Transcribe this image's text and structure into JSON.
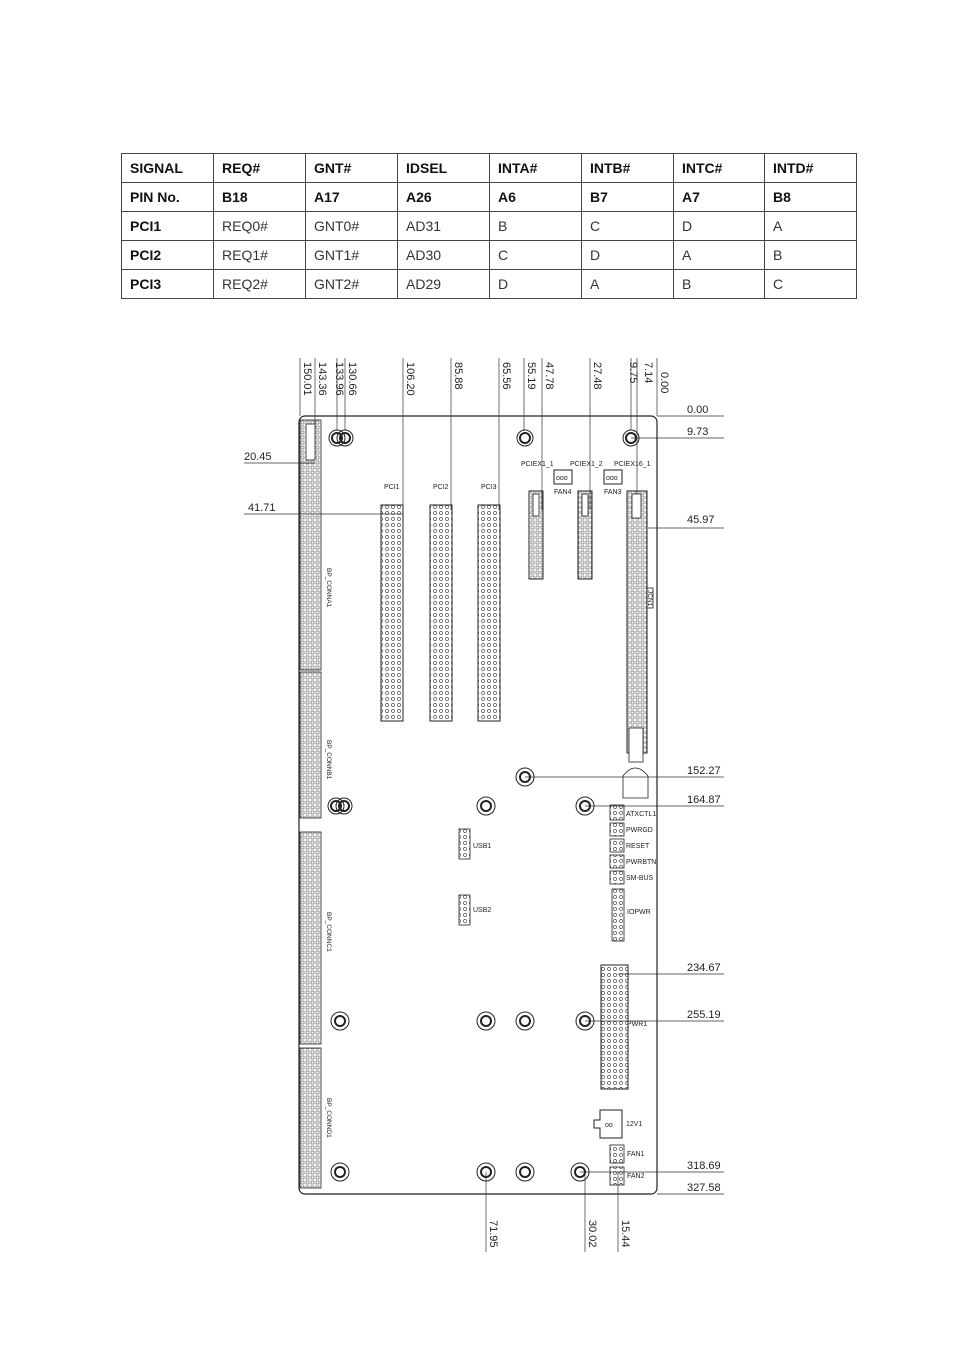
{
  "table": {
    "header": [
      "SIGNAL",
      "REQ#",
      "GNT#",
      "IDSEL",
      "INTA#",
      "INTB#",
      "INTC#",
      "INTD#"
    ],
    "pin_row": [
      "PIN No.",
      "B18",
      "A17",
      "A26",
      "A6",
      "B7",
      "A7",
      "B8"
    ],
    "rows": [
      [
        "PCI1",
        "REQ0#",
        "GNT0#",
        "AD31",
        "B",
        "C",
        "D",
        "A"
      ],
      [
        "PCI2",
        "REQ1#",
        "GNT1#",
        "AD30",
        "C",
        "D",
        "A",
        "B"
      ],
      [
        "PCI3",
        "REQ2#",
        "GNT2#",
        "AD29",
        "D",
        "A",
        "B",
        "C"
      ]
    ]
  },
  "diagram": {
    "top_dimensions": [
      "150.01",
      "143.36",
      "133.96",
      "130.66",
      "106.20",
      "85.88",
      "65.56",
      "55.19",
      "47.78",
      "27.48",
      "9.75",
      "7.14",
      "0.00"
    ],
    "right_dimensions": [
      "0.00",
      "9.73",
      "45.97",
      "152.27",
      "164.87",
      "234.67",
      "255.19",
      "318.69",
      "327.58"
    ],
    "left_dimensions": [
      "20.45",
      "41.71"
    ],
    "bottom_dimensions": [
      "71.95",
      "30.02",
      "15.44"
    ],
    "slot_labels": {
      "pci1": "PCI1",
      "pci2": "PCI2",
      "pci3": "PCI3",
      "pciex1_1": "PCIEX1_1",
      "pciex1_2": "PCIEX1_2",
      "pciex16_1": "PCIEX16_1"
    },
    "fan_labels": {
      "fan4": "FAN4",
      "fan3": "FAN3",
      "fan1": "FAN1",
      "fan2": "FAN2"
    },
    "connector_labels": {
      "bp_conna": "BP_CONNA1",
      "bp_connb": "BP_CONNB1",
      "bp_connc": "BP_CONNC1",
      "bp_connd": "BP_CONND1",
      "atxctl": "ATXCTL1",
      "pwrgd": "PWRGD",
      "reset": "RESET",
      "pwrbtn": "PWRBTN",
      "smbus": "SM-BUS",
      "iopwr": "IOPWR",
      "pwr1": "PWR1",
      "v12": "12V1",
      "usb1": "USB1",
      "usb2": "USB2",
      "jcn1": "JCN1"
    }
  }
}
